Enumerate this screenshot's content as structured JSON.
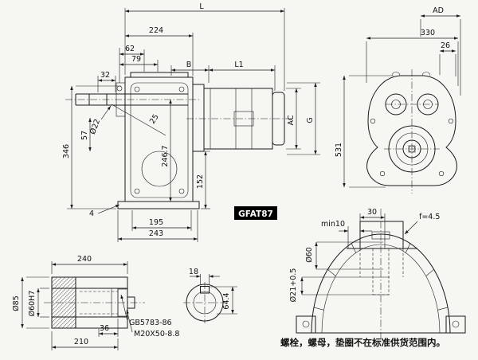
{
  "ink": "#1a1a1a",
  "paper": "#f6f6f3",
  "model_label": "GFAT87",
  "note": "螺栓，螺母，垫圈不在标准供货范围内。",
  "side_view": {
    "dims": {
      "L": "L",
      "d224": "224",
      "d62": "62",
      "d79": "79",
      "B": "B",
      "L1": "L1",
      "d32": "32",
      "dia22": "Ø22",
      "d25": "25",
      "d346": "346",
      "d57": "57",
      "d246_7": "246.7",
      "d152": "152",
      "AC": "AC",
      "G": "G",
      "d4": "4",
      "d195": "195",
      "d243": "243"
    }
  },
  "front_view": {
    "dims": {
      "AD": "AD",
      "d330": "330",
      "d26": "26",
      "d531": "531"
    }
  },
  "hollow_shaft_view": {
    "dims": {
      "d240": "240",
      "dia85": "Ø85",
      "dia60H7": "Ø60H7",
      "d36": "36",
      "d210": "210"
    },
    "labels": {
      "bolt_standard": "GB5783-86",
      "bolt_spec": "M20X50-8.8"
    }
  },
  "section_view": {
    "dims": {
      "d18": "18",
      "d64_4": "64.4"
    }
  },
  "detail_view": {
    "dims": {
      "min10": "min10",
      "d30": "30",
      "f": "f=4.5",
      "dia60": "Ø60",
      "dia21": "Ø21+0.5"
    }
  }
}
